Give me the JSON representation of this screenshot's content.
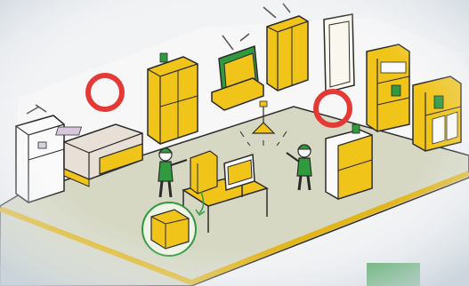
{
  "scene": {
    "label": "",
    "colors": {
      "background": "#f2f3f5",
      "floor": "#d6d8c4",
      "floor_edge": "#e2b51a",
      "furniture_yellow": "#f0c419",
      "outline": "#2a2a2a",
      "green": "#2f9a3e",
      "ok_circle": "#e53935",
      "white_unit": "#fafafa",
      "wall": "#f5f6f7"
    },
    "markers": {
      "left_circle": "ok-circle",
      "right_circle": "ok-circle",
      "hint_circle": "zoom-circle"
    }
  }
}
